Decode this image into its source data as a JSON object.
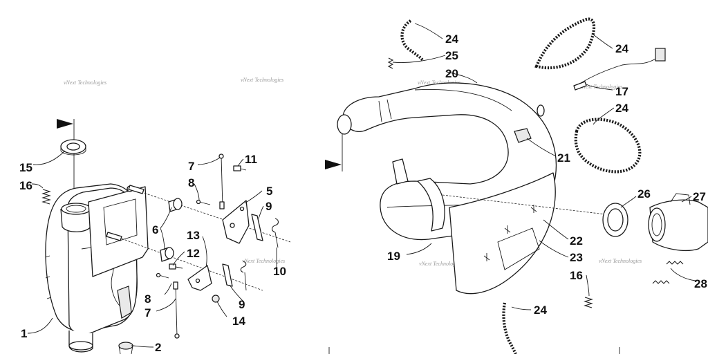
{
  "watermark": "vNext Technologies",
  "callouts": [
    {
      "id": "c1",
      "label": "1"
    },
    {
      "id": "c2",
      "label": "2"
    },
    {
      "id": "c5",
      "label": "5"
    },
    {
      "id": "c6",
      "label": "6"
    },
    {
      "id": "c7a",
      "label": "7"
    },
    {
      "id": "c7b",
      "label": "7"
    },
    {
      "id": "c8a",
      "label": "8"
    },
    {
      "id": "c8b",
      "label": "8"
    },
    {
      "id": "c9a",
      "label": "9"
    },
    {
      "id": "c9b",
      "label": "9"
    },
    {
      "id": "c10",
      "label": "10"
    },
    {
      "id": "c11",
      "label": "11"
    },
    {
      "id": "c12",
      "label": "12"
    },
    {
      "id": "c13",
      "label": "13"
    },
    {
      "id": "c14",
      "label": "14"
    },
    {
      "id": "c15",
      "label": "15"
    },
    {
      "id": "c16a",
      "label": "16"
    },
    {
      "id": "c16b",
      "label": "16"
    },
    {
      "id": "c17",
      "label": "17"
    },
    {
      "id": "c19",
      "label": "19"
    },
    {
      "id": "c20",
      "label": "20"
    },
    {
      "id": "c21",
      "label": "21"
    },
    {
      "id": "c22",
      "label": "22"
    },
    {
      "id": "c23",
      "label": "23"
    },
    {
      "id": "c24a",
      "label": "24"
    },
    {
      "id": "c24b",
      "label": "24"
    },
    {
      "id": "c24c",
      "label": "24"
    },
    {
      "id": "c24d",
      "label": "24"
    },
    {
      "id": "c25",
      "label": "25"
    },
    {
      "id": "c26",
      "label": "26"
    },
    {
      "id": "c27",
      "label": "27"
    },
    {
      "id": "c28",
      "label": "28"
    }
  ]
}
